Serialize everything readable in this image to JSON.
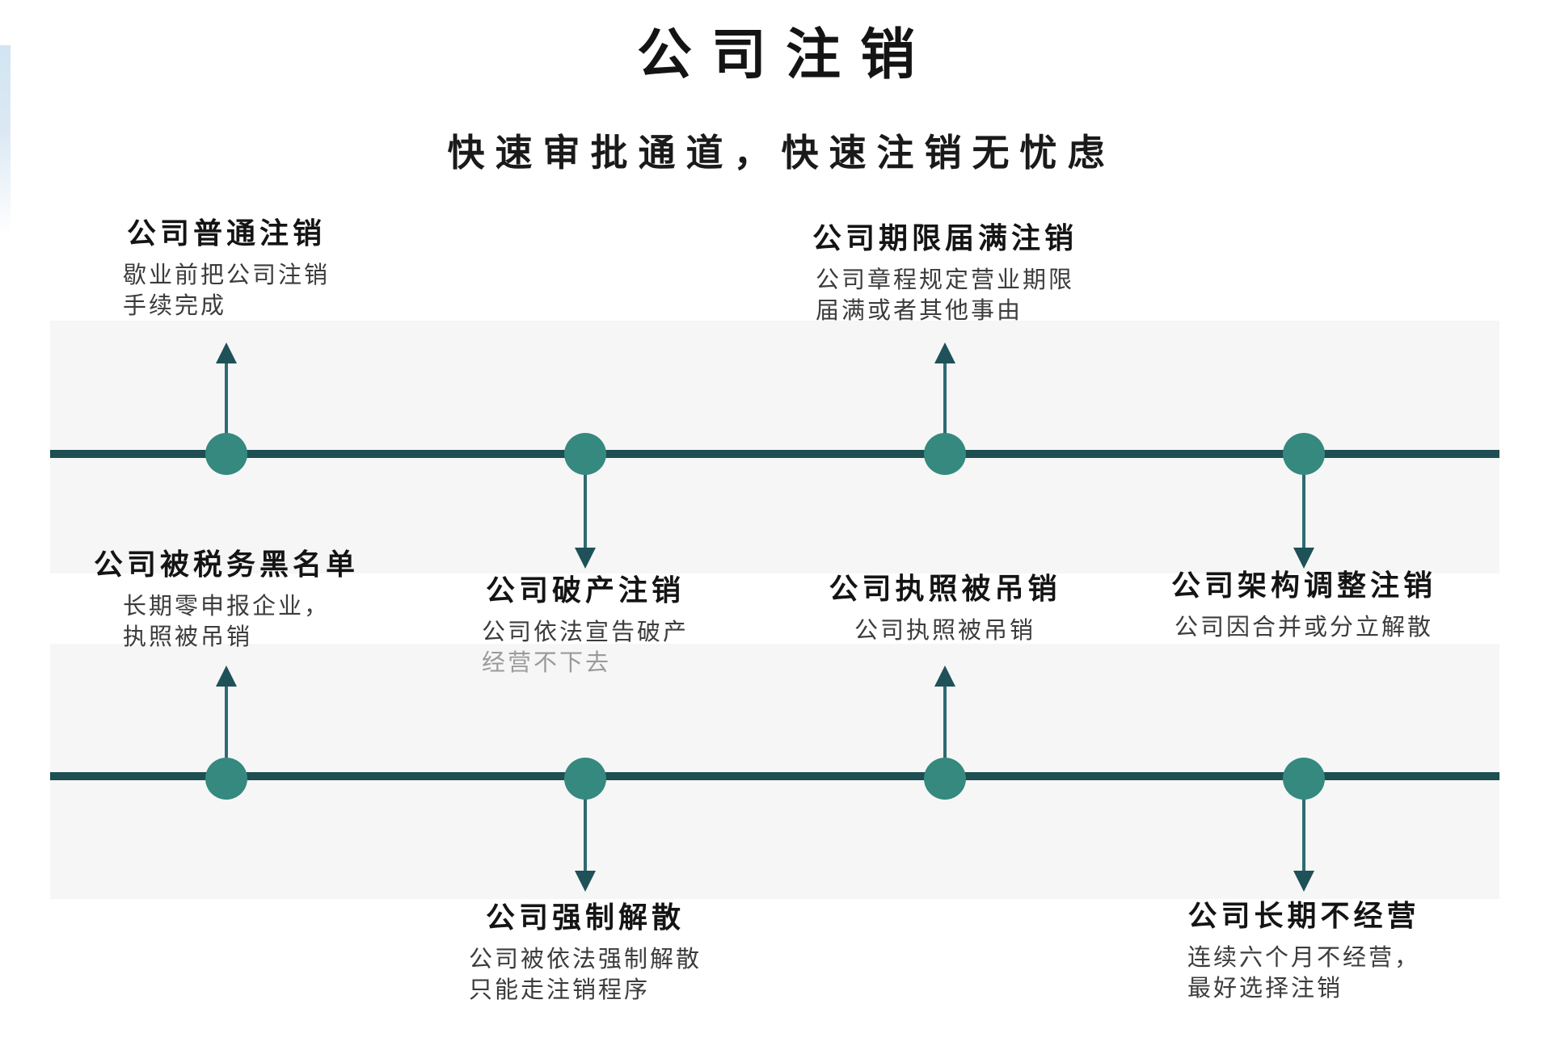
{
  "page": {
    "title": "公司注销",
    "subtitle": "快速审批通道，快速注销无忧虑"
  },
  "colors": {
    "line": "#1e4d52",
    "dot": "#35897e",
    "shaft": "#2e6b72",
    "head": "#1f5158",
    "band": "#f6f6f6",
    "title_text": "#141414",
    "body_text": "#3c3c3c",
    "muted_text": "#9b9b9b"
  },
  "items": [
    {
      "title": "公司普通注销",
      "lines": [
        "歇业前把公司注销",
        "手续完成"
      ],
      "direction": "up"
    },
    {
      "title": "公司破产注销",
      "lines": [
        "公司依法宣告破产",
        "经营不下去"
      ],
      "direction": "down"
    },
    {
      "title": "公司期限届满注销",
      "lines": [
        "公司章程规定营业期限",
        "届满或者其他事由"
      ],
      "direction": "up"
    },
    {
      "title": "公司架构调整注销",
      "lines": [
        "公司因合并或分立解散"
      ],
      "direction": "down"
    },
    {
      "title": "公司被税务黑名单",
      "lines": [
        "长期零申报企业，",
        "执照被吊销"
      ],
      "direction": "up"
    },
    {
      "title": "公司强制解散",
      "lines": [
        "公司被依法强制解散",
        "只能走注销程序"
      ],
      "direction": "down"
    },
    {
      "title": "公司执照被吊销",
      "lines": [
        "公司执照被吊销"
      ],
      "direction": "up"
    },
    {
      "title": "公司长期不经营",
      "lines": [
        "连续六个月不经营，",
        "最好选择注销"
      ],
      "direction": "down"
    }
  ]
}
